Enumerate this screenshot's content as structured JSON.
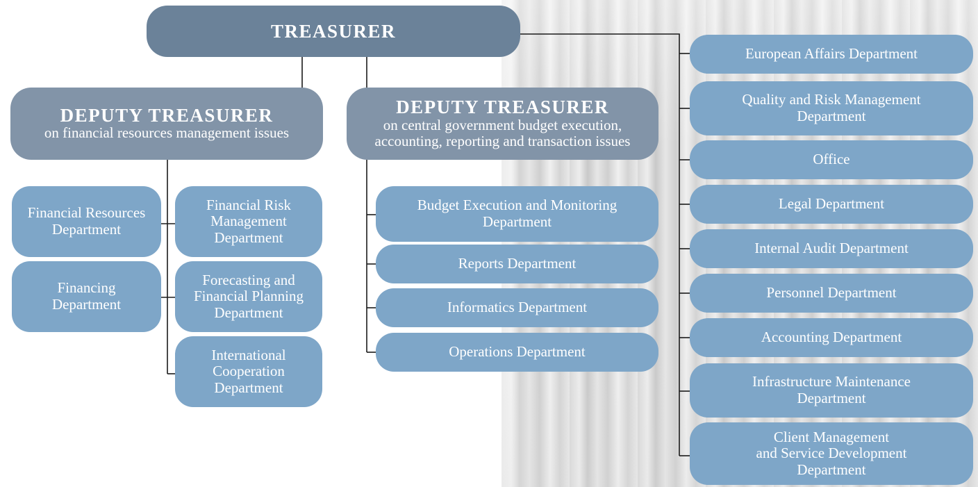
{
  "treasurer": {
    "title": "TREASURER"
  },
  "deputy_left": {
    "title": "DEPUTY TREASURER",
    "subtitle": "on financial resources management issues",
    "departments_col1": [
      "Financial Resources\nDepartment",
      "Financing\nDepartment"
    ],
    "departments_col2": [
      "Financial Risk\nManagement\nDepartment",
      "Forecasting and\nFinancial Planning\nDepartment",
      "International\nCooperation\nDepartment"
    ]
  },
  "deputy_center": {
    "title": "DEPUTY TREASURER",
    "subtitle": "on central government budget execution,\naccounting, reporting and transaction issues",
    "departments": [
      "Budget Execution and Monitoring\nDepartment",
      "Reports Department",
      "Informatics Department",
      "Operations Department"
    ]
  },
  "direct_departments": [
    "European Affairs Department",
    "Quality and Risk Management\nDepartment",
    "Office",
    "Legal Department",
    "Internal Audit Department",
    "Personnel Department",
    "Accounting Department",
    "Infrastructure Maintenance\nDepartment",
    "Client Management\nand Service Development\nDepartment"
  ],
  "colors": {
    "treasurer_box": "#6b8299",
    "deputy_box": "#8294a8",
    "department_box": "#7ea6c8",
    "connector": "#1a1a1a"
  }
}
